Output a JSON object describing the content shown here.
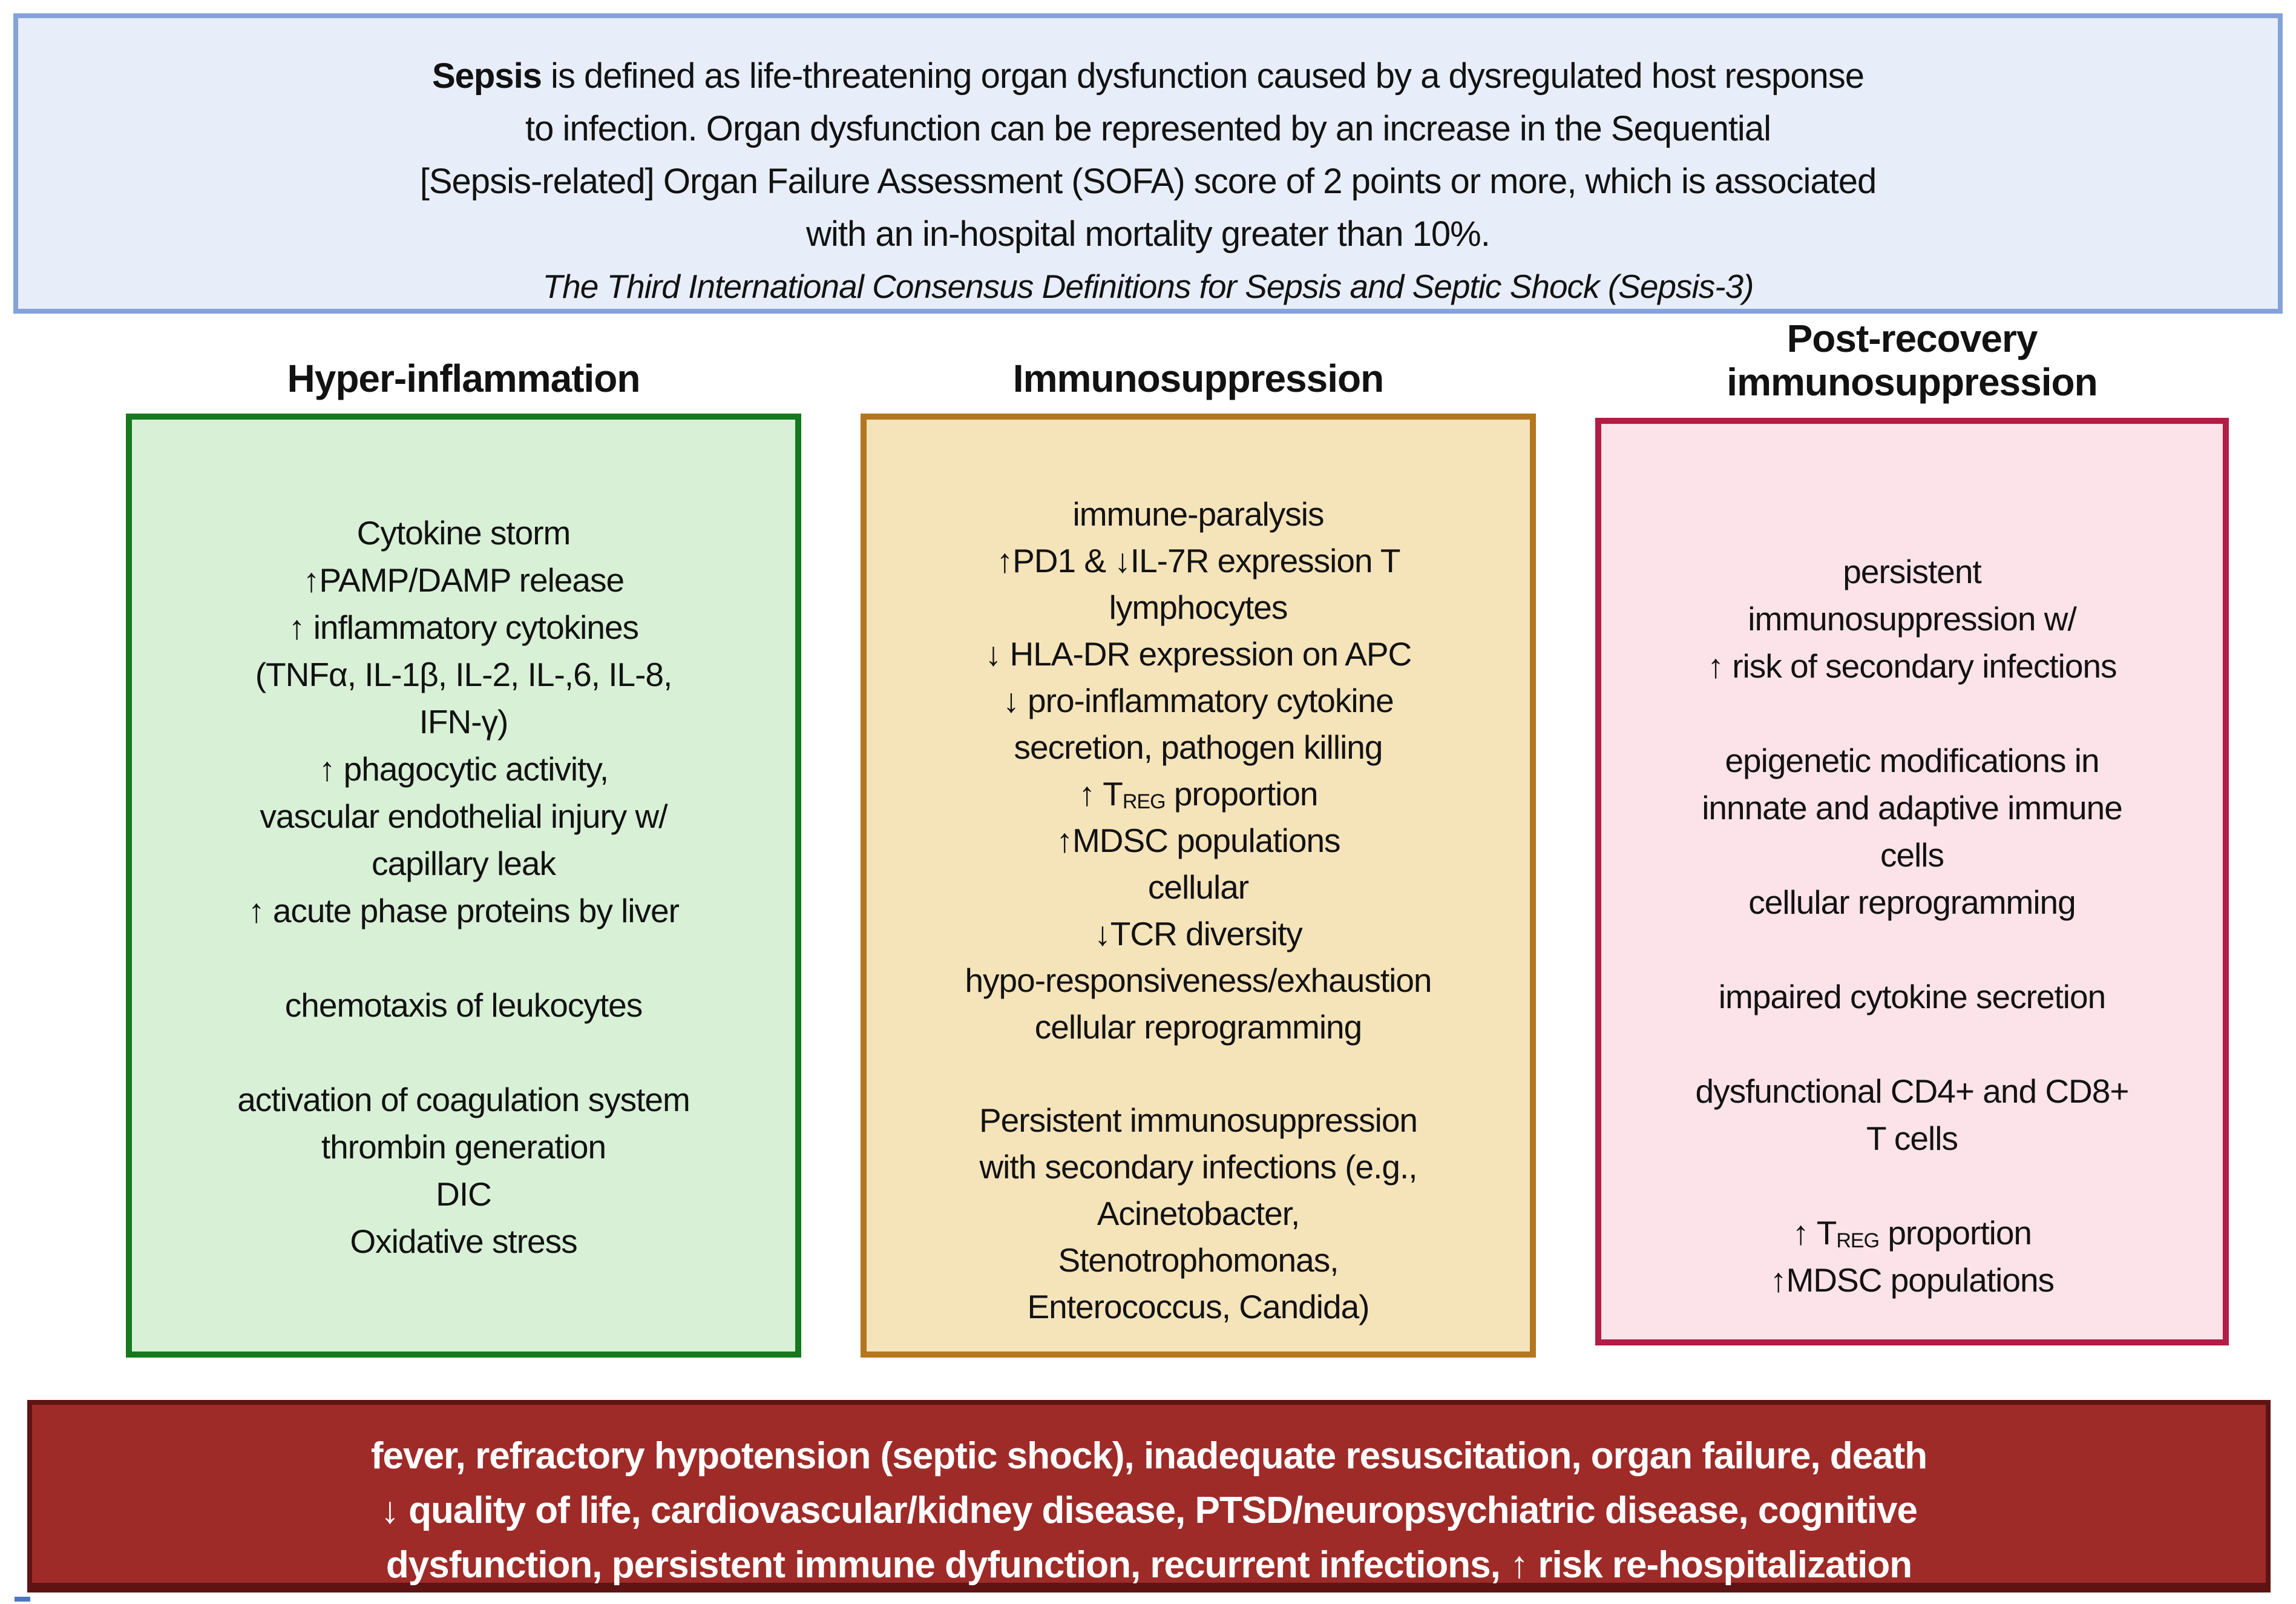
{
  "colors": {
    "definition_fill": "#e7eef9",
    "definition_border": "#84a3d8",
    "green_fill": "#d8f0d6",
    "green_border": "#15791f",
    "tan_fill": "#f5e3ba",
    "tan_border": "#b4761e",
    "pink_fill": "#fce2e9",
    "pink_border": "#b11d46",
    "outcome_fill": "#9e2b28",
    "outcome_border": "#5e1412",
    "outcome_text": "#ffffff"
  },
  "definition_box": {
    "lead_bold": "Sepsis",
    "lead_rest": " is defined as life-threatening organ dysfunction caused by a dysregulated host response",
    "lines": [
      "to infection. Organ dysfunction can be represented by an increase in the Sequential",
      "[Sepsis-related] Organ Failure Assessment (SOFA) score of 2 points or more, which is associated",
      "with an in-hospital mortality greater than 10%."
    ],
    "citation": "The Third International Consensus Definitions for Sepsis and Septic Shock (Sepsis-3)"
  },
  "columns": [
    {
      "id": "hyper-inflammation",
      "header_lines": [
        "Hyper-inflammation"
      ],
      "fill": "#d8f0d6",
      "border": "#15791f",
      "lines": [
        "Cytokine storm",
        "↑PAMP/DAMP release",
        "↑ inflammatory cytokines",
        "(TNFα, IL-1β, IL-2, IL-,6, IL-8,",
        "IFN-γ)",
        "↑ phagocytic activity,",
        "vascular endothelial injury w/",
        "capillary leak",
        "↑ acute phase proteins by liver",
        "",
        "chemotaxis of leukocytes",
        "",
        "activation of coagulation system",
        "thrombin generation",
        "DIC",
        "Oxidative stress"
      ]
    },
    {
      "id": "immunosuppression",
      "header_lines": [
        "Immunosuppression"
      ],
      "fill": "#f5e3ba",
      "border": "#b4761e",
      "lines": [
        "immune-paralysis",
        "↑PD1 & ↓IL-7R expression T",
        "lymphocytes",
        "↓ HLA-DR expression on APC",
        "↓ pro-inflammatory cytokine",
        "secretion, pathogen killing",
        {
          "pre": "↑ T",
          "sub": "REG",
          "post": " proportion"
        },
        "↑MDSC populations",
        "cellular",
        "↓TCR diversity",
        "hypo-responsiveness/exhaustion",
        "cellular reprogramming",
        "",
        "Persistent immunosuppression",
        "with secondary infections (e.g.,",
        "Acinetobacter,",
        "Stenotrophomonas,",
        "Enterococcus, Candida)"
      ]
    },
    {
      "id": "post-recovery-immunosuppression",
      "header_lines": [
        "Post-recovery",
        "immunosuppression"
      ],
      "fill": "#fce2e9",
      "border": "#b11d46",
      "lines": [
        "persistent",
        "immunosuppression w/",
        "↑ risk of secondary infections",
        "",
        "epigenetic modifications in",
        "innnate and adaptive immune",
        "cells",
        "cellular reprogramming",
        "",
        "impaired cytokine secretion",
        "",
        "dysfunctional CD4+ and CD8+",
        "T cells",
        "",
        {
          "pre": "↑ T",
          "sub": "REG",
          "post": " proportion"
        },
        "↑MDSC populations"
      ]
    }
  ],
  "outcome_box": {
    "lines": [
      "fever, refractory hypotension (septic shock), inadequate resuscitation, organ failure, death",
      "↓ quality of life, cardiovascular/kidney disease, PTSD/neuropsychiatric disease, cognitive",
      "dysfunction, persistent immune dyfunction, recurrent infections, ↑ risk re-hospitalization"
    ]
  }
}
